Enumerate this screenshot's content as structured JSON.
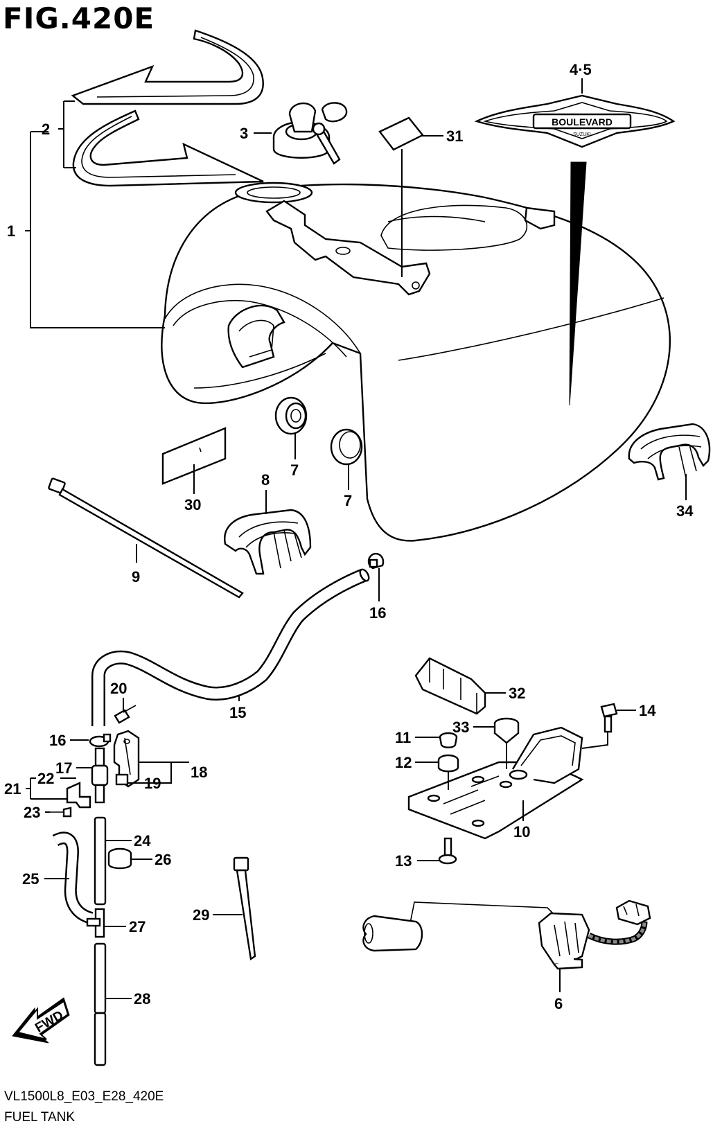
{
  "figure": {
    "title": "FIG.420E",
    "code": "VL1500L8_E03_E28_420E",
    "name": "FUEL TANK"
  },
  "emblem_text": {
    "main": "BOULEVARD",
    "sub": "SUZUKI"
  },
  "direction_arrow": {
    "label": "FWD",
    "icon": "fwd-arrow-icon"
  },
  "callouts": [
    {
      "id": "c1",
      "label": "1"
    },
    {
      "id": "c2",
      "label": "2"
    },
    {
      "id": "c3",
      "label": "3"
    },
    {
      "id": "c45",
      "label": "4·5"
    },
    {
      "id": "c31",
      "label": "31"
    },
    {
      "id": "c7a",
      "label": "7"
    },
    {
      "id": "c7b",
      "label": "7"
    },
    {
      "id": "c30",
      "label": "30"
    },
    {
      "id": "c8",
      "label": "8"
    },
    {
      "id": "c34",
      "label": "34"
    },
    {
      "id": "c9",
      "label": "9"
    },
    {
      "id": "c16a",
      "label": "16"
    },
    {
      "id": "c15",
      "label": "15"
    },
    {
      "id": "c20",
      "label": "20"
    },
    {
      "id": "c16b",
      "label": "16"
    },
    {
      "id": "c17",
      "label": "17"
    },
    {
      "id": "c18",
      "label": "18"
    },
    {
      "id": "c19",
      "label": "19"
    },
    {
      "id": "c21",
      "label": "21"
    },
    {
      "id": "c22",
      "label": "22"
    },
    {
      "id": "c23",
      "label": "23"
    },
    {
      "id": "c24",
      "label": "24"
    },
    {
      "id": "c26",
      "label": "26"
    },
    {
      "id": "c25",
      "label": "25"
    },
    {
      "id": "c27",
      "label": "27"
    },
    {
      "id": "c28",
      "label": "28"
    },
    {
      "id": "c29",
      "label": "29"
    },
    {
      "id": "c32",
      "label": "32"
    },
    {
      "id": "c14",
      "label": "14"
    },
    {
      "id": "c33",
      "label": "33"
    },
    {
      "id": "c11",
      "label": "11"
    },
    {
      "id": "c12",
      "label": "12"
    },
    {
      "id": "c10",
      "label": "10"
    },
    {
      "id": "c13",
      "label": "13"
    },
    {
      "id": "c6",
      "label": "6"
    }
  ]
}
